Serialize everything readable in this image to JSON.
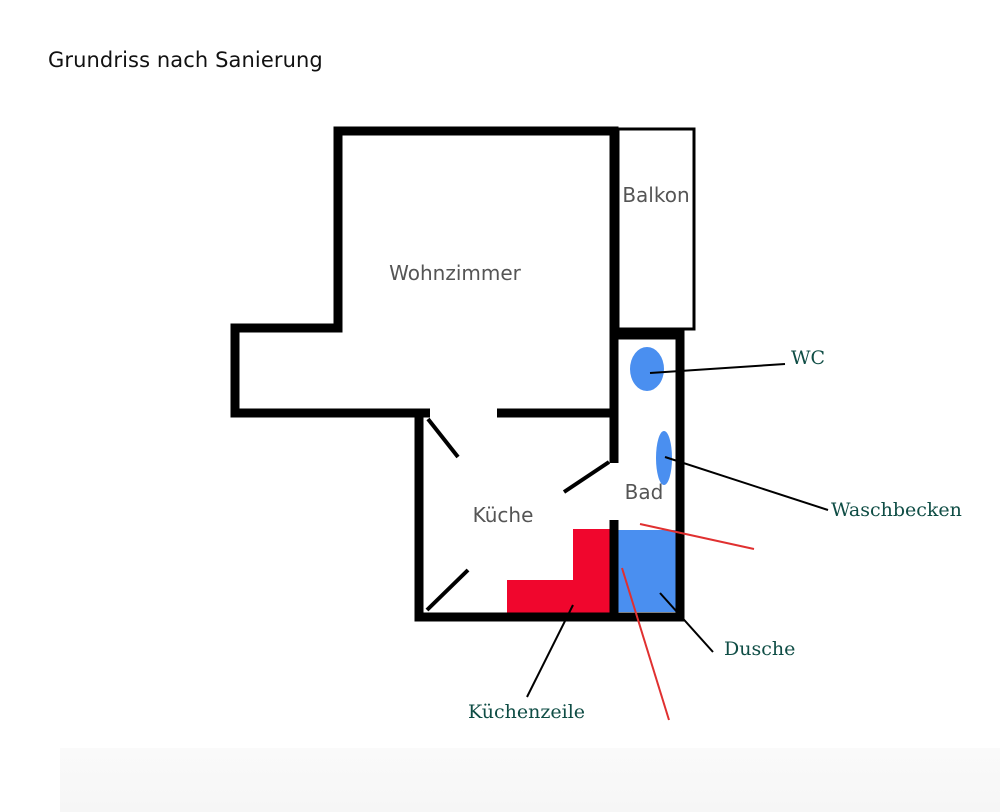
{
  "title": "Grundriss nach Sanierung",
  "rooms": {
    "wohnzimmer": "Wohnzimmer",
    "balkon": "Balkon",
    "kueche": "Küche",
    "bad": "Bad"
  },
  "annotations": {
    "wc": "WC",
    "waschbecken": "Waschbecken",
    "dusche": "Dusche",
    "kuechenzeile": "Küchenzeile"
  },
  "colors": {
    "wall": "#000000",
    "fixture_blue": "#4a8ff0",
    "kitchen_red": "#f0062d",
    "proposal_line_red": "#e03030",
    "annotation_text": "#0f4d45"
  }
}
